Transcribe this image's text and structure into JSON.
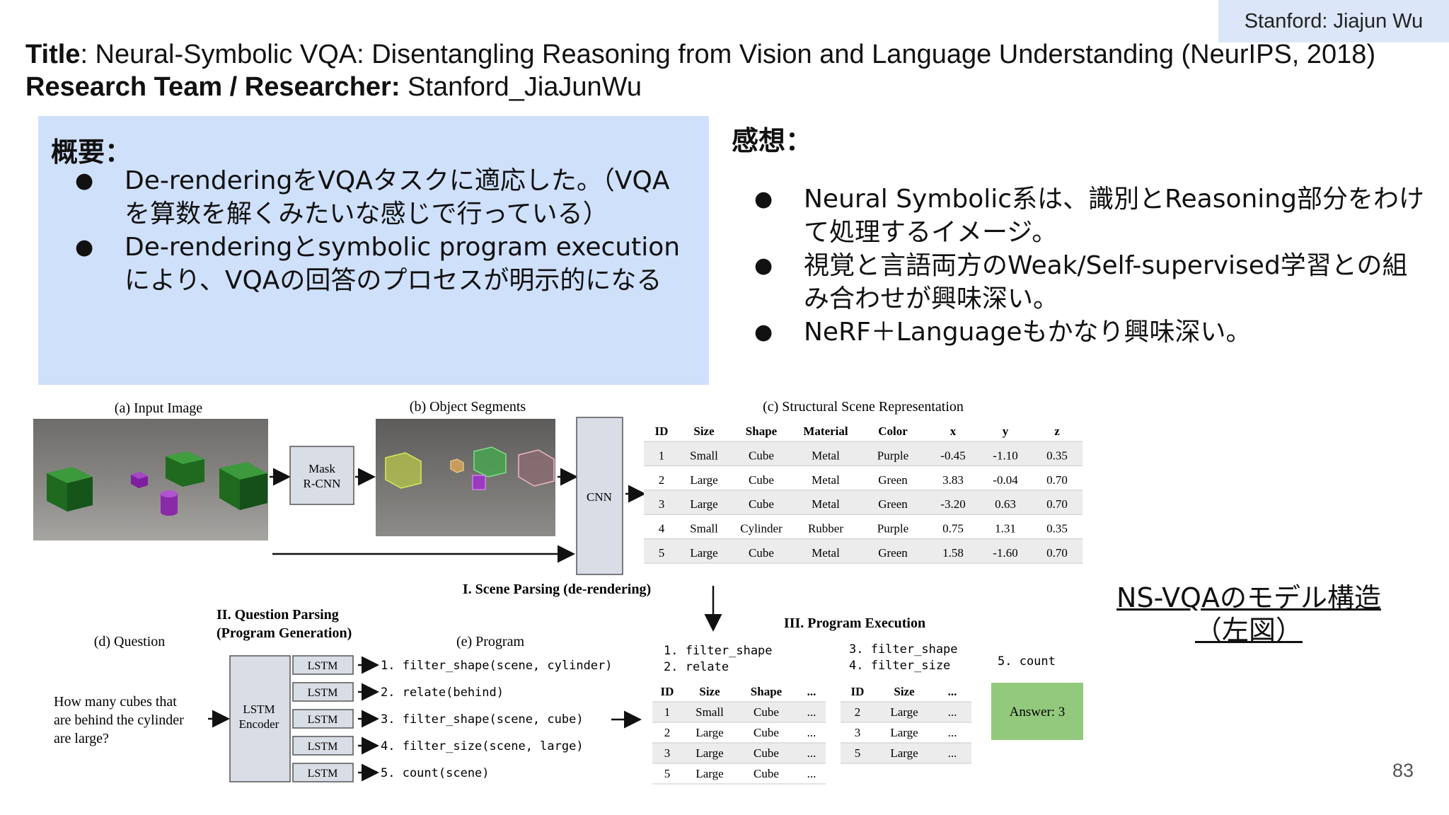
{
  "author_tag": "Stanford: Jiajun Wu",
  "title": {
    "label": "Title",
    "text": ": Neural-Symbolic VQA: Disentangling Reasoning from Vision and Language Understanding (NeurIPS, 2018)"
  },
  "team": {
    "label": "Research Team / Researcher:",
    "text": " Stanford_JiaJunWu"
  },
  "summary": {
    "heading": "概要：",
    "items": [
      "De-renderingをVQAタスクに適応した。（VQAを算数を解くみたいな感じで行っている）",
      "De-renderingとsymbolic program executionにより、VQAの回答のプロセスが明示的になる"
    ]
  },
  "impressions": {
    "heading": "感想：",
    "items": [
      "Neural Symbolic系は、識別とReasoning部分をわけて処理するイメージ。",
      "視覚と言語両方のWeak/Self-supervised学習との組み合わせが興味深い。",
      "NeRF＋Languageもかなり興味深い。"
    ]
  },
  "figure": {
    "input_image_label": "(a) Input Image",
    "object_segments_label": "(b) Object Segments",
    "scene_repr_label": "(c) Structural Scene Representation",
    "mask_rcnn": [
      "Mask",
      "R-CNN"
    ],
    "cnn": "CNN",
    "scene_parsing_label": "I. Scene Parsing (de-rendering)",
    "scene_table": {
      "headers": [
        "ID",
        "Size",
        "Shape",
        "Material",
        "Color",
        "x",
        "y",
        "z"
      ],
      "rows": [
        [
          "1",
          "Small",
          "Cube",
          "Metal",
          "Purple",
          "-0.45",
          "-1.10",
          "0.35"
        ],
        [
          "2",
          "Large",
          "Cube",
          "Metal",
          "Green",
          "3.83",
          "-0.04",
          "0.70"
        ],
        [
          "3",
          "Large",
          "Cube",
          "Metal",
          "Green",
          "-3.20",
          "0.63",
          "0.70"
        ],
        [
          "4",
          "Small",
          "Cylinder",
          "Rubber",
          "Purple",
          "0.75",
          "1.31",
          "0.35"
        ],
        [
          "5",
          "Large",
          "Cube",
          "Metal",
          "Green",
          "1.58",
          "-1.60",
          "0.70"
        ]
      ]
    },
    "question_parsing_label": [
      "II. Question Parsing",
      "(Program Generation)"
    ],
    "question_label": "(d) Question",
    "question_text": [
      "How many cubes that",
      "are behind the cylinder",
      "are large?"
    ],
    "encoder": [
      "LSTM",
      "Encoder"
    ],
    "lstm": "LSTM",
    "program_label": "(e) Program",
    "program": [
      "1. filter_shape(scene, cylinder)",
      "2. relate(behind)",
      "3. filter_shape(scene, cube)",
      "4. filter_size(scene, large)",
      "5. count(scene)"
    ],
    "execution_label": "III. Program Execution",
    "exec_steps_a": [
      "1. filter_shape",
      "2. relate"
    ],
    "exec_steps_b": [
      "3. filter_shape",
      "4. filter_size"
    ],
    "exec_step_c": "5. count",
    "exec_table_a": {
      "headers": [
        "ID",
        "Size",
        "Shape",
        "..."
      ],
      "rows": [
        [
          "1",
          "Small",
          "Cube",
          "..."
        ],
        [
          "2",
          "Large",
          "Cube",
          "..."
        ],
        [
          "3",
          "Large",
          "Cube",
          "..."
        ],
        [
          "5",
          "Large",
          "Cube",
          "..."
        ]
      ]
    },
    "exec_table_b": {
      "headers": [
        "ID",
        "Size",
        "..."
      ],
      "rows": [
        [
          "2",
          "Large",
          "..."
        ],
        [
          "3",
          "Large",
          "..."
        ],
        [
          "5",
          "Large",
          "..."
        ]
      ]
    },
    "answer": "Answer: 3"
  },
  "figure_caption": [
    "NS-VQAのモデル構造",
    "（左図）"
  ],
  "page_number": "83",
  "colors": {
    "summary_bg": "#cfe0fb",
    "author_tag_bg": "#dbe6f8",
    "answer_bg": "#93c97c",
    "box_fill": "#d9dde6",
    "table_row_alt": "#ececec"
  }
}
